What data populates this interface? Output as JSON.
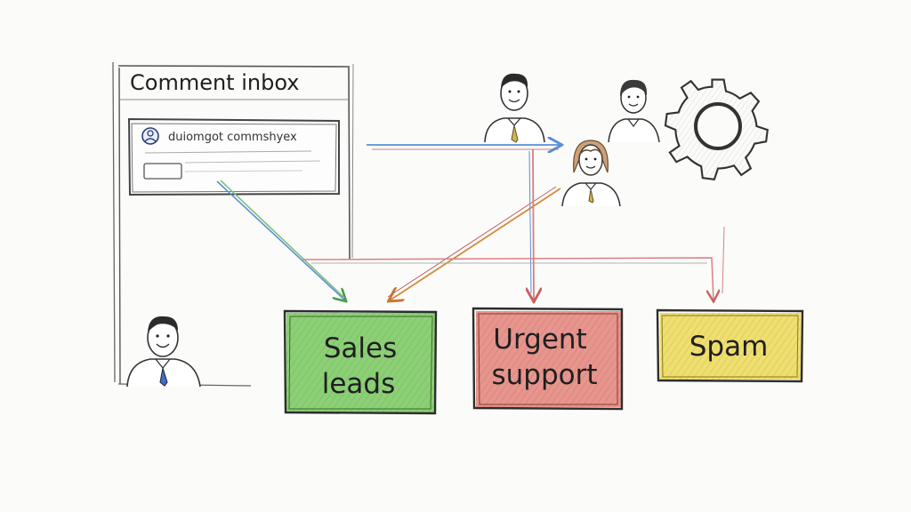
{
  "inbox": {
    "title": "Comment inbox",
    "comment_text": "duiomgot commshyex"
  },
  "categories": [
    {
      "label_lines": [
        "Sales",
        "leads"
      ],
      "color": "#67c24a"
    },
    {
      "label_lines": [
        "Urgent",
        "support"
      ],
      "color": "#e07368"
    },
    {
      "label_lines": [
        "Spam"
      ],
      "color": "#ecd84c"
    }
  ],
  "colors": {
    "ink": "#333333",
    "arrow_blue": "#5b8fd6",
    "arrow_green": "#7cc07a",
    "arrow_orange": "#d58a3a",
    "arrow_red": "#d98080",
    "tie_blue": "#3f6fc6",
    "tie_gold": "#d9b24a"
  },
  "icons": [
    "avatar-icon",
    "gear-icon",
    "person-icon"
  ]
}
